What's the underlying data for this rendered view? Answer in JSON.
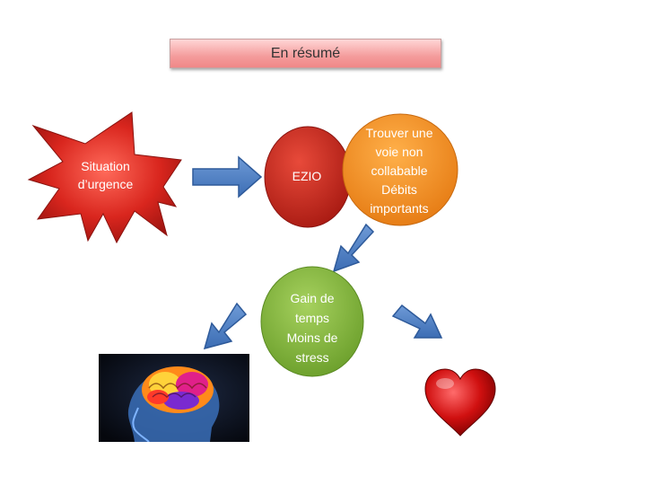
{
  "title": "En résumé",
  "nodes": {
    "emergency": "Situation d’urgence",
    "device": "EZIO",
    "goal_lines": [
      "Trouver une",
      "voie non",
      "collabable",
      "Débits",
      "importants"
    ],
    "benefit_lines": [
      "Gain de",
      "temps",
      "Moins de",
      "stress"
    ]
  },
  "icons": {
    "brain": "brain-scan-image",
    "heart": "heart-image"
  },
  "colors": {
    "star": "#d62020",
    "ezio_circle": "#c42418",
    "orange_circle": "#ef8a22",
    "green_circle": "#7bb03a",
    "arrow": "#4d7fc5"
  }
}
